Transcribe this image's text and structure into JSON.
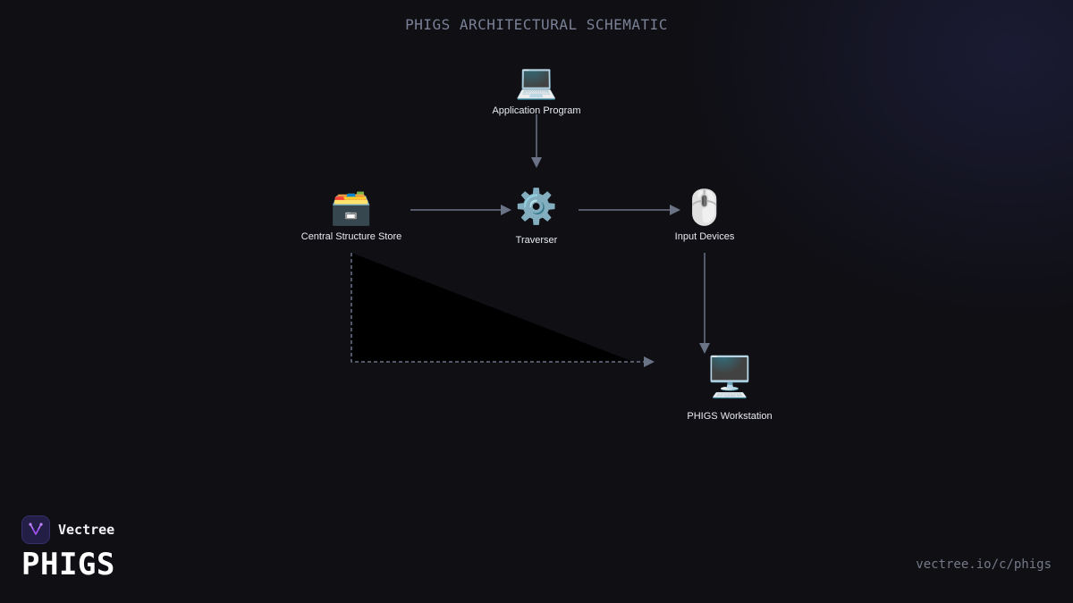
{
  "header": {
    "title": "PHIGS ARCHITECTURAL SCHEMATIC"
  },
  "nodes": {
    "application_program": {
      "icon": "💻",
      "label": "Application Program",
      "icon_name": "laptop-icon"
    },
    "central_structure_store": {
      "icon": "🗃️",
      "label": "Central Structure Store",
      "icon_name": "card-file-box-icon"
    },
    "traverser": {
      "icon": "⚙️",
      "label": "Traverser",
      "icon_name": "gear-icon"
    },
    "input_devices": {
      "icon": "🖱️",
      "label": "Input Devices",
      "icon_name": "mouse-icon"
    },
    "phigs_workstation": {
      "icon": "🖥️",
      "label": "PHIGS Workstation",
      "icon_name": "desktop-computer-icon"
    }
  },
  "footer": {
    "brand_name": "Vectree",
    "product_title": "PHIGS",
    "url": "vectree.io/c/phigs"
  },
  "colors": {
    "background": "#0f0f14",
    "arrow": "#6b7387",
    "title": "#7a8196",
    "label": "#e9ebf2",
    "logo_bg": "#221e46",
    "logo_accent": "#a855f7"
  }
}
